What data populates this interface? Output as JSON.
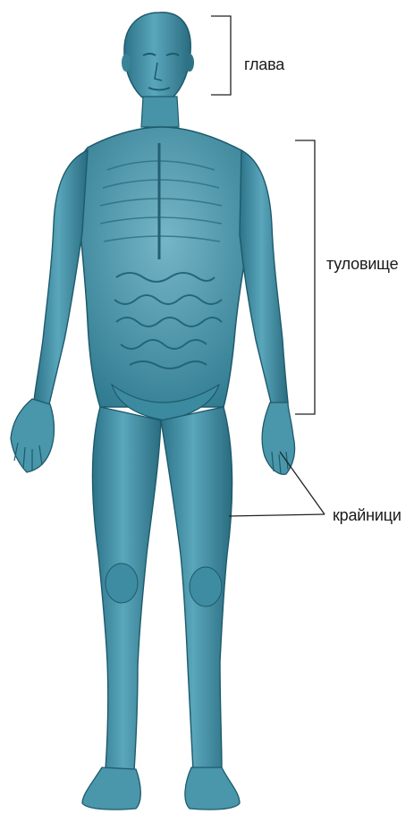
{
  "labels": {
    "head": "глава",
    "trunk": "туловище",
    "limbs": "крайници"
  },
  "colors": {
    "body_fill": "#3f8ea5",
    "body_dark": "#1d5a6c",
    "body_light": "#8cc4d3",
    "bracket": "#222222"
  }
}
